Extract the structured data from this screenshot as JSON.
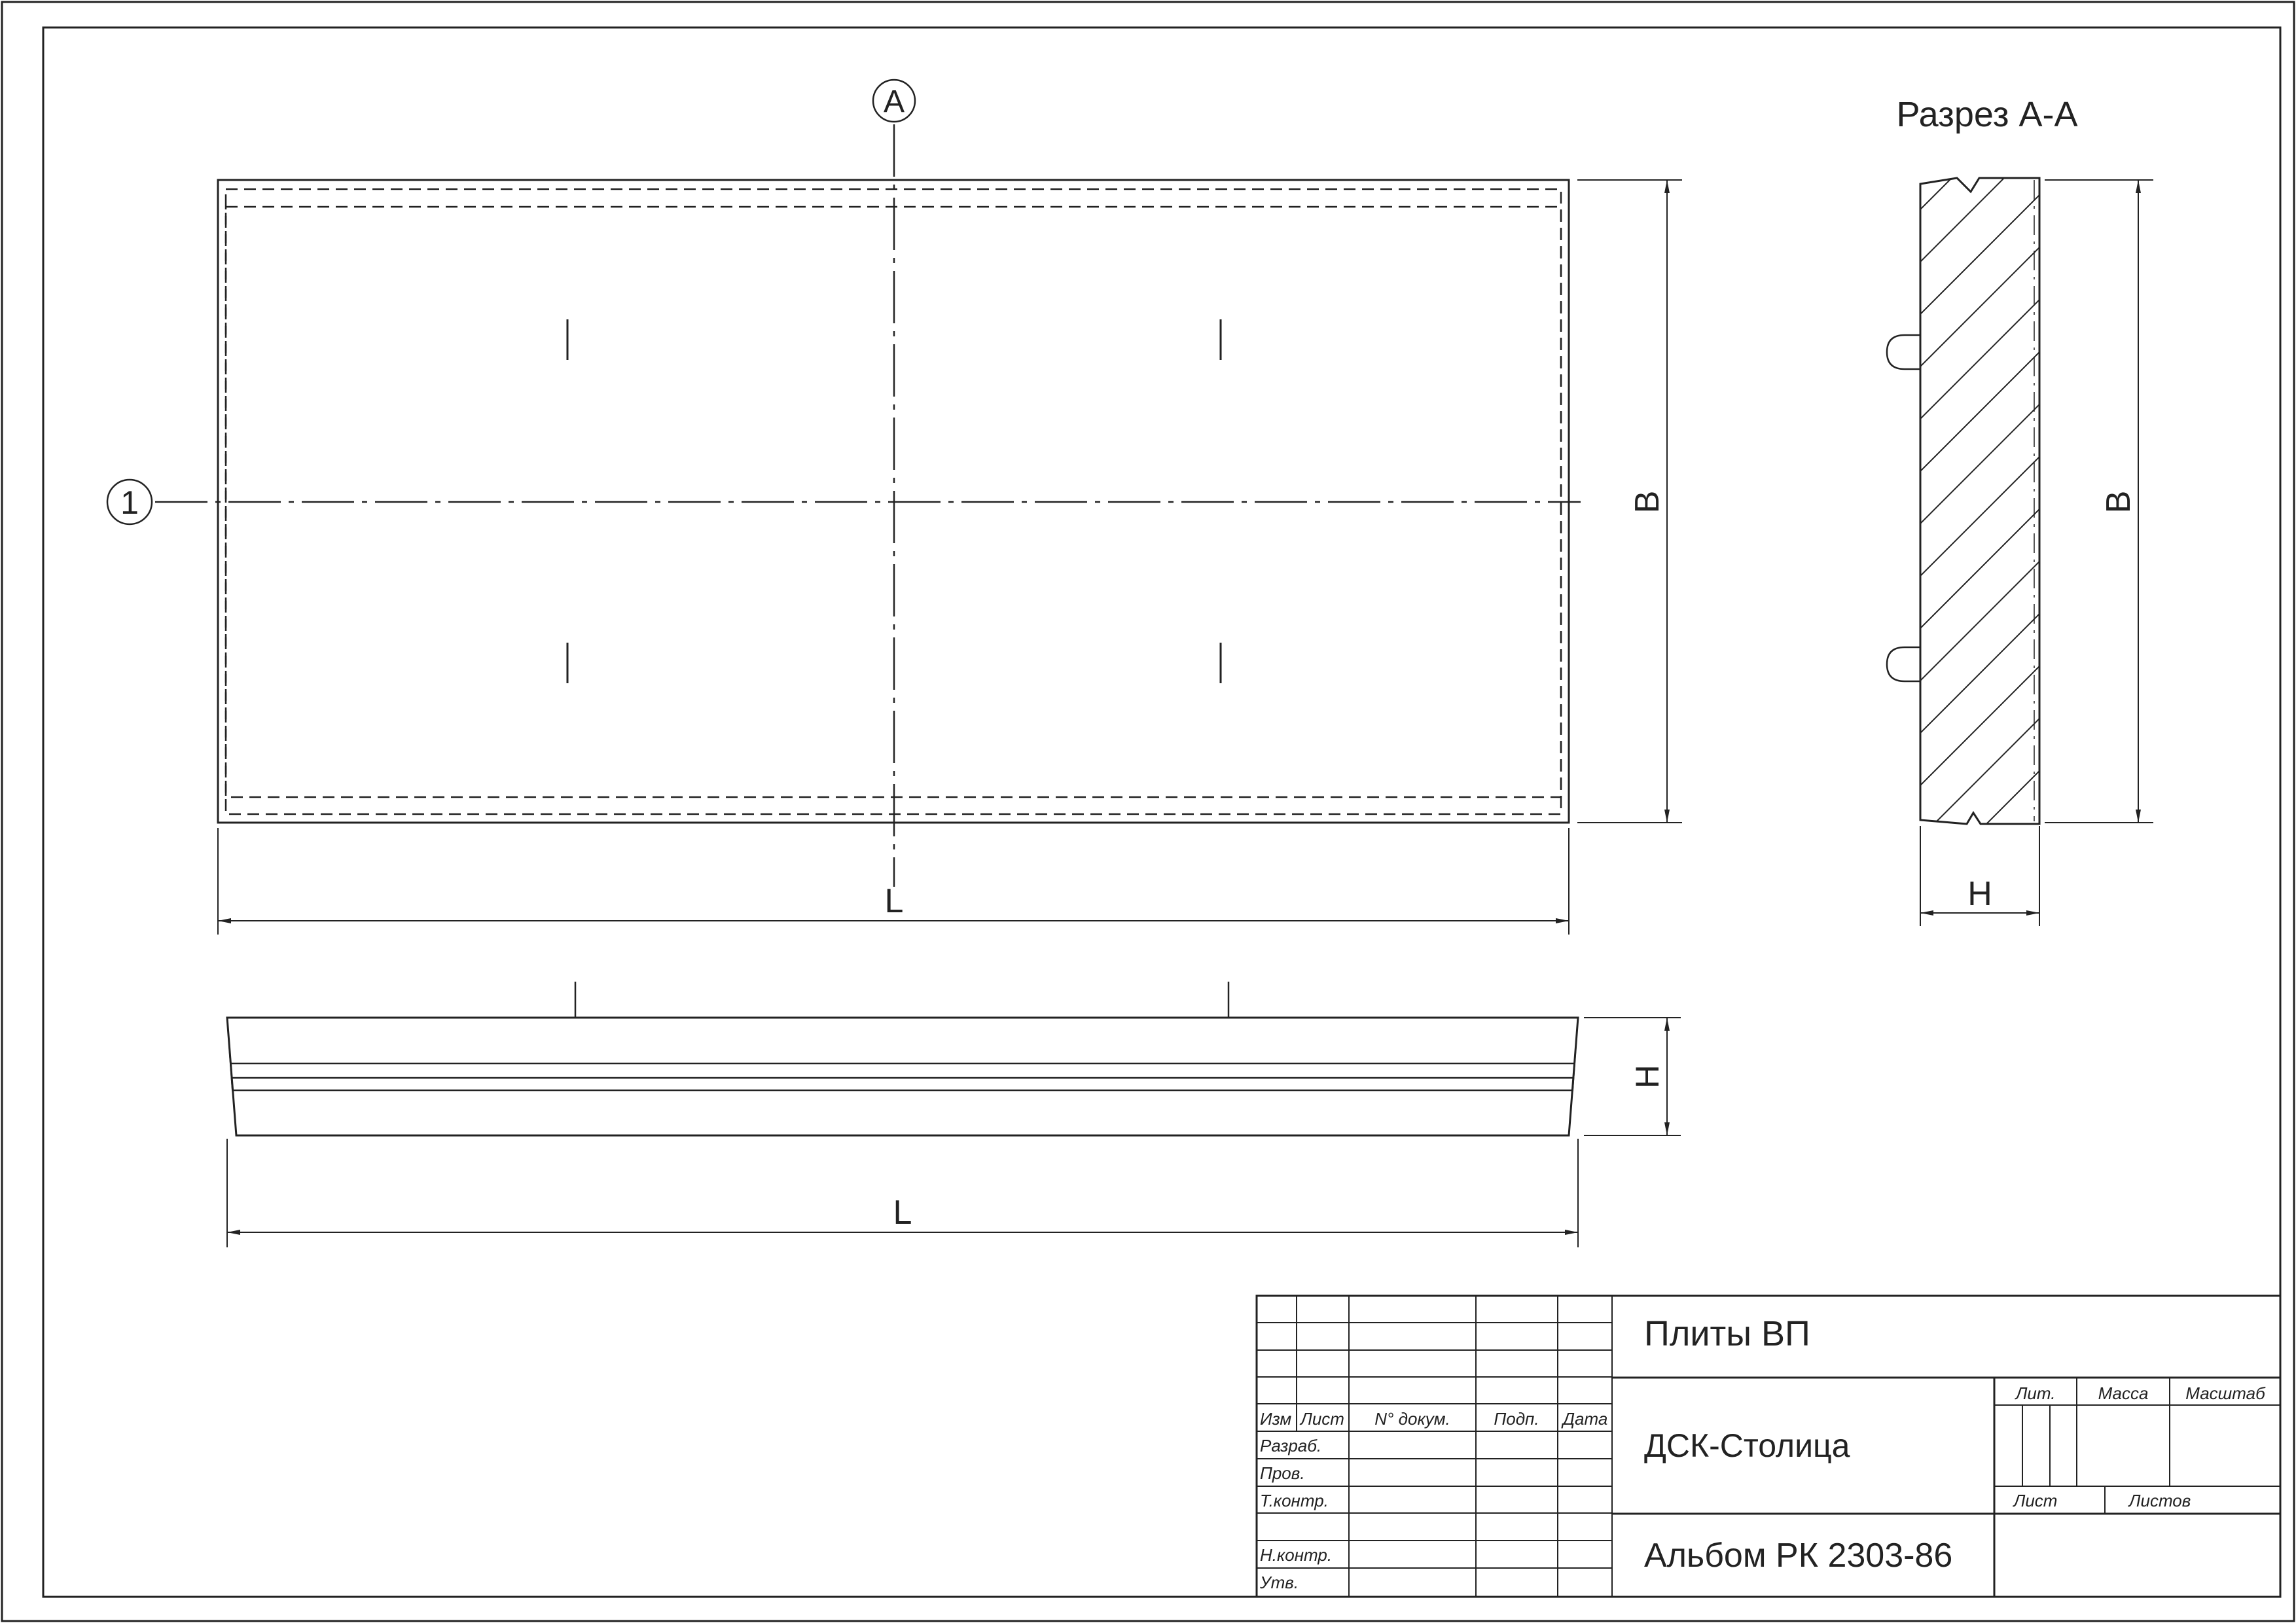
{
  "view_labels": {
    "section_title": "Разрез А-А",
    "section_marker": "А",
    "axis_marker": "1"
  },
  "dimensions": {
    "plan_length": "L",
    "plan_width": "B",
    "section_width": "B",
    "section_thickness": "H",
    "elevation_thickness": "H",
    "elevation_length": "L"
  },
  "title_block": {
    "title": "Плиты ВП",
    "organization": "ДСК-Столица",
    "document": "Альбом РК 2303-86",
    "headers": {
      "izm": "Изм",
      "list": "Лист",
      "doc_no": "N° докум.",
      "sign": "Подп.",
      "date": "Дата"
    },
    "roles": {
      "developed": "Разраб.",
      "checked": "Пров.",
      "tech_control": "Т.контр.",
      "norm_control": "Н.контр.",
      "approved": "Утв."
    },
    "right_headers": {
      "lit": "Лит.",
      "mass": "Масса",
      "scale": "Масштаб",
      "sheet": "Лист",
      "sheets": "Листов"
    }
  }
}
